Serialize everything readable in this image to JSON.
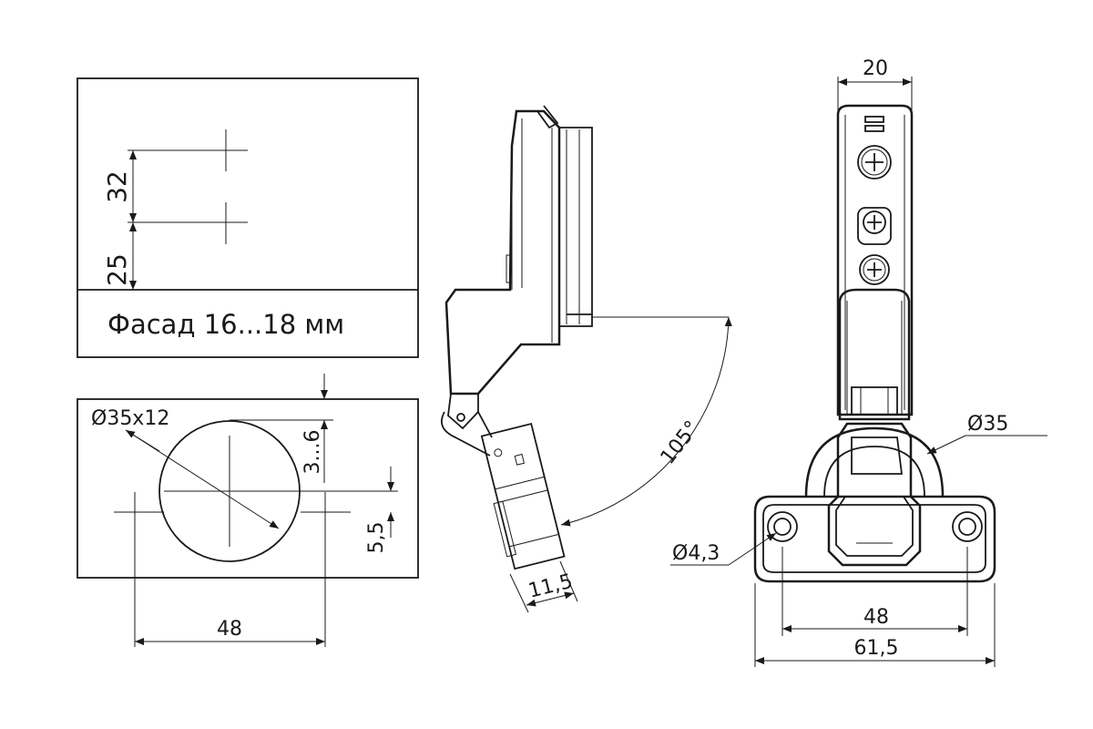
{
  "facade_view": {
    "label": "Фасад 16...18 мм",
    "dim_32": "32",
    "dim_25": "25"
  },
  "cup_view": {
    "cup_label": "Ø35x12",
    "dim_offset": "3...6",
    "dim_5_5": "5,5",
    "dim_48": "48"
  },
  "side_view": {
    "dim_11_5": "11,5",
    "angle": "105°"
  },
  "front_view": {
    "dim_20": "20",
    "dim_d35": "Ø35",
    "dim_d4_3": "Ø4,3",
    "dim_48": "48",
    "dim_61_5": "61,5"
  }
}
